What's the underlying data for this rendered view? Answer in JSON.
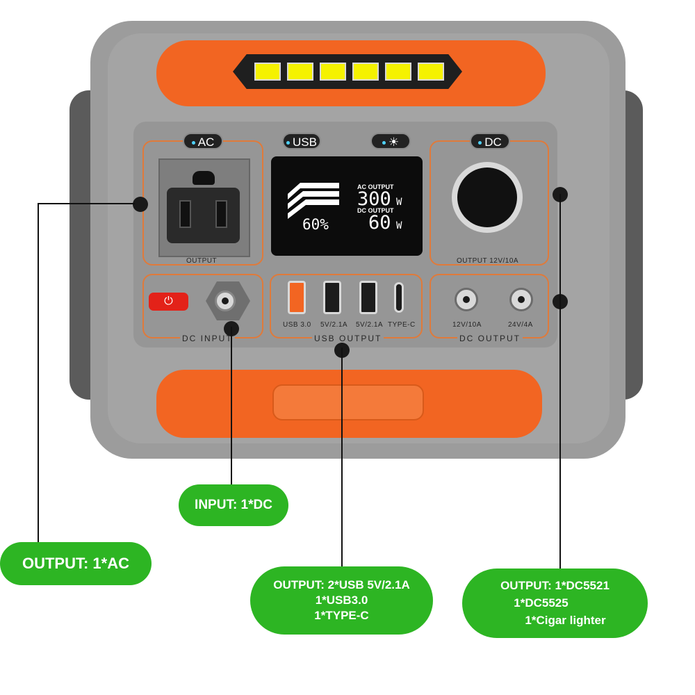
{
  "device": {
    "tags": {
      "ac": "AC",
      "usb": "USB",
      "light": "☀",
      "dc": "DC"
    },
    "ac_section": {
      "label": "OUTPUT"
    },
    "lcd": {
      "battery_percent": "60%",
      "ac_output_label": "AC OUTPUT",
      "ac_output_value": "300",
      "ac_output_unit": "W",
      "dc_output_label": "DC OUTPUT",
      "dc_output_value": "60",
      "dc_output_unit": "W"
    },
    "dc_section": {
      "label": "OUTPUT 12V/10A"
    },
    "power_button": {
      "icon": "power-icon"
    },
    "dc_input": {
      "label": "DC INPUT"
    },
    "usb_ports": {
      "labels": [
        "USB 3.0",
        "5V/2.1A",
        "5V/2.1A",
        "TYPE-C"
      ],
      "section_label": "USB OUTPUT"
    },
    "dc_ports": {
      "labels": [
        "12V/10A",
        "24V/4A"
      ],
      "section_label": "DC OUTPUT"
    }
  },
  "callouts": {
    "input": "INPUT: 1*DC",
    "ac_output": "OUTPUT: 1*AC",
    "usb_output": [
      "OUTPUT: 2*USB 5V/2.1A",
      "1*USB3.0",
      "1*TYPE-C"
    ],
    "dc_output": [
      "OUTPUT: 1*DC5521",
      "1*DC5525",
      "1*Cigar lighter"
    ]
  },
  "colors": {
    "accent": "#f26522",
    "callout_green": "#2db523",
    "body_gray": "#a4a4a4"
  }
}
